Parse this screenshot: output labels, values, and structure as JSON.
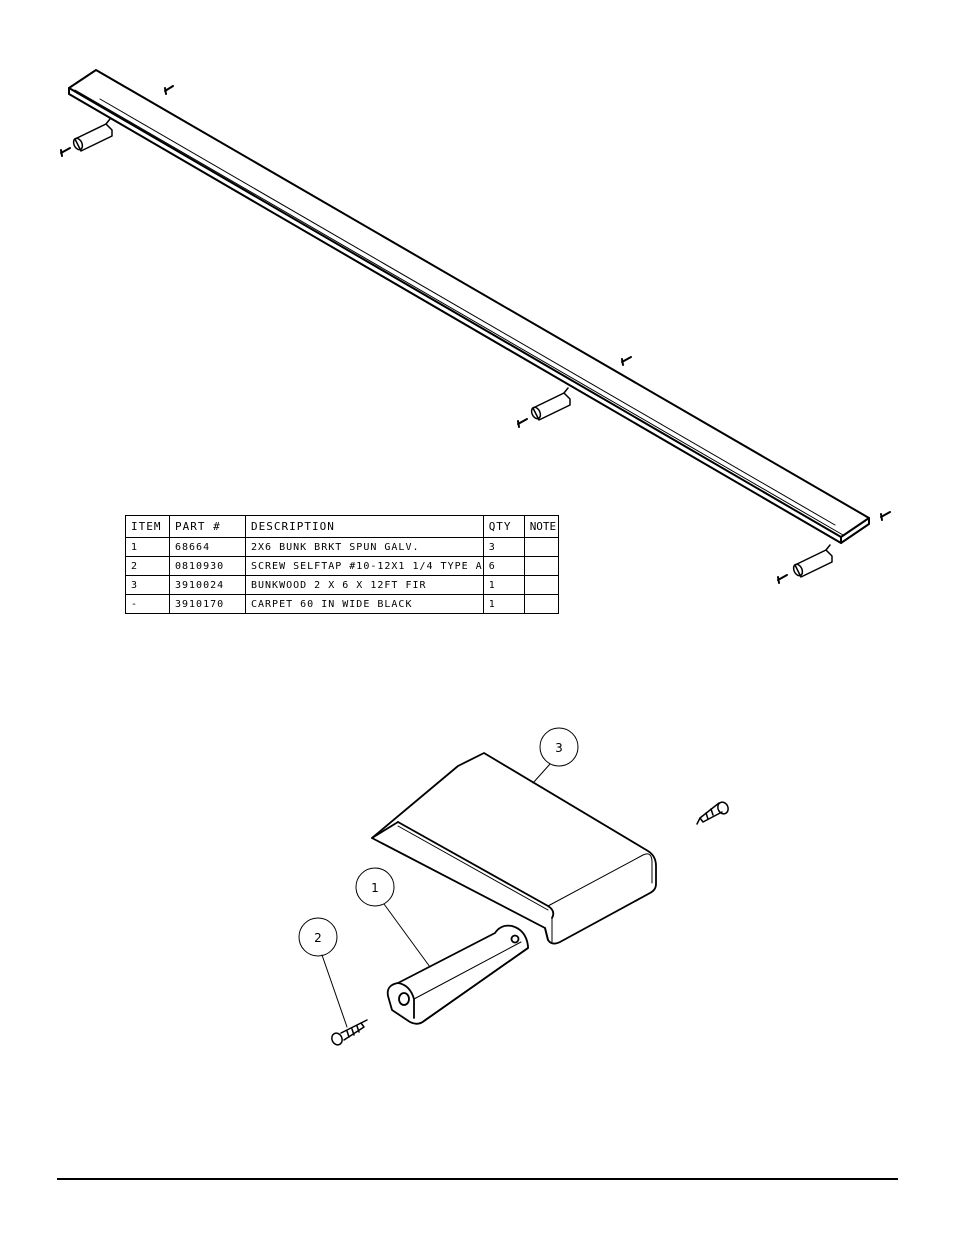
{
  "bom_table": {
    "headers": [
      "ITEM",
      "PART #",
      "DESCRIPTION",
      "QTY",
      "NOTE"
    ],
    "rows": [
      {
        "item": "1",
        "part": "68664",
        "description": "2X6 BUNK BRKT SPUN GALV.",
        "qty": "3",
        "note": ""
      },
      {
        "item": "2",
        "part": "0810930",
        "description": "SCREW SELFTAP #10-12X1 1/4 TYPE A",
        "qty": "6",
        "note": ""
      },
      {
        "item": "3",
        "part": "3910024",
        "description": "BUNKWOOD   2 X 6 X 12FT FIR",
        "qty": "1",
        "note": ""
      },
      {
        "item": "-",
        "part": "3910170",
        "description": "CARPET 60 IN WIDE BLACK",
        "qty": "1",
        "note": ""
      }
    ]
  },
  "balloons": {
    "b1": "1",
    "b2": "2",
    "b3": "3"
  }
}
